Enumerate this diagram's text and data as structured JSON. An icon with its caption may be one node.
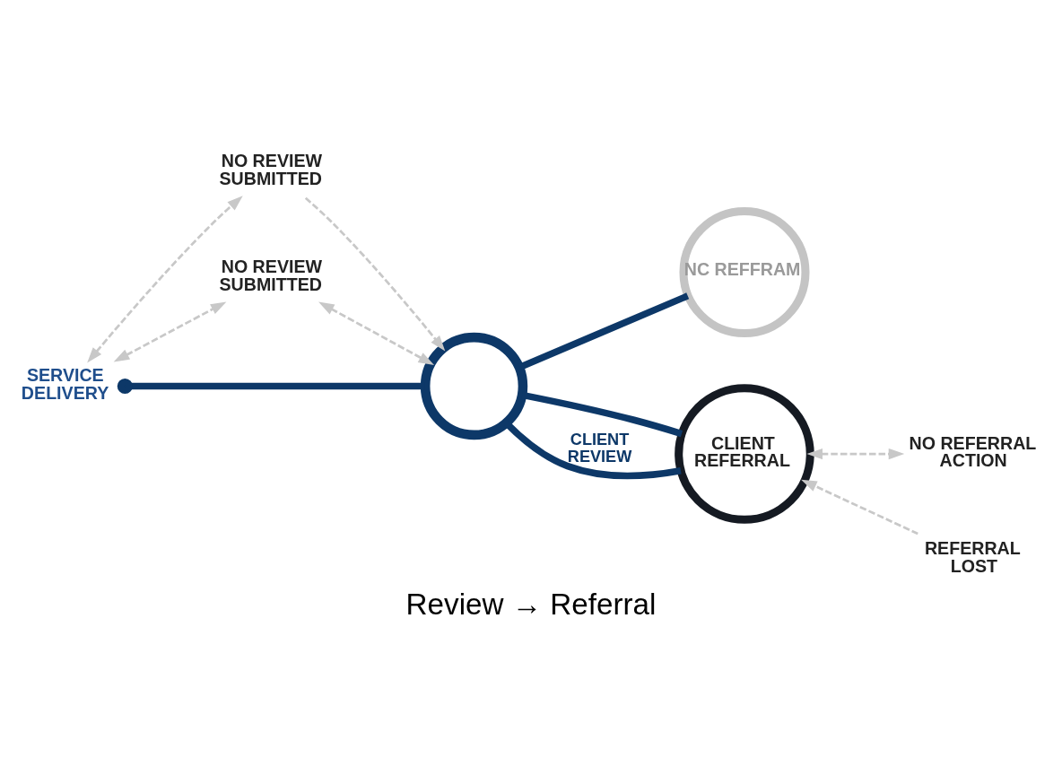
{
  "diagram": {
    "title": "Review → Referral",
    "nodes": [
      {
        "text": [
          "SERVICE DELIVERY"
        ]
      },
      {
        "text": [
          "NO REVIEW SUBMITTED"
        ]
      },
      {
        "text": [
          "NO REVIEW SUBMITTED"
        ]
      },
      {
        "text": [],
        "shape": "circle"
      },
      {
        "text": [
          "NC REFFRAM"
        ]
      },
      {
        "text": [
          "CLIENT REFERRAL"
        ]
      },
      {
        "text": [
          "NO REFERRAL ACTION"
        ]
      },
      {
        "text": [
          "REFERRAL LOST"
        ]
      }
    ],
    "edges": [
      {
        "from": 0,
        "to": 3,
        "arrow": "other",
        "style": "thick",
        "color": "#0d3868"
      },
      {
        "from": 3,
        "to": 4,
        "arrow": "none",
        "style": "thick",
        "color": "#0d3868"
      },
      {
        "from": 3,
        "to": 5,
        "arrow": "none",
        "style": "thick",
        "color": "#0d3868"
      },
      {
        "from": 3,
        "to": 5,
        "arrow": "none",
        "label": "CLIENT REVIEW",
        "style": "thick",
        "color": "#0d3868"
      },
      {
        "from": 0,
        "to": 1,
        "arrow": "both",
        "style": "dashed",
        "color": "#c8c8c8"
      },
      {
        "from": 1,
        "to": 3,
        "arrow": "to",
        "style": "dashed",
        "color": "#c8c8c8"
      },
      {
        "from": 0,
        "to": 2,
        "arrow": "both",
        "style": "dashed",
        "color": "#c8c8c8"
      },
      {
        "from": 2,
        "to": 3,
        "arrow": "both",
        "style": "dashed",
        "color": "#c8c8c8"
      },
      {
        "from": 5,
        "to": 6,
        "arrow": "both",
        "style": "dashed",
        "color": "#c8c8c8"
      },
      {
        "from": 7,
        "to": 5,
        "arrow": "to",
        "style": "dashed",
        "color": "#c8c8c8"
      }
    ]
  }
}
